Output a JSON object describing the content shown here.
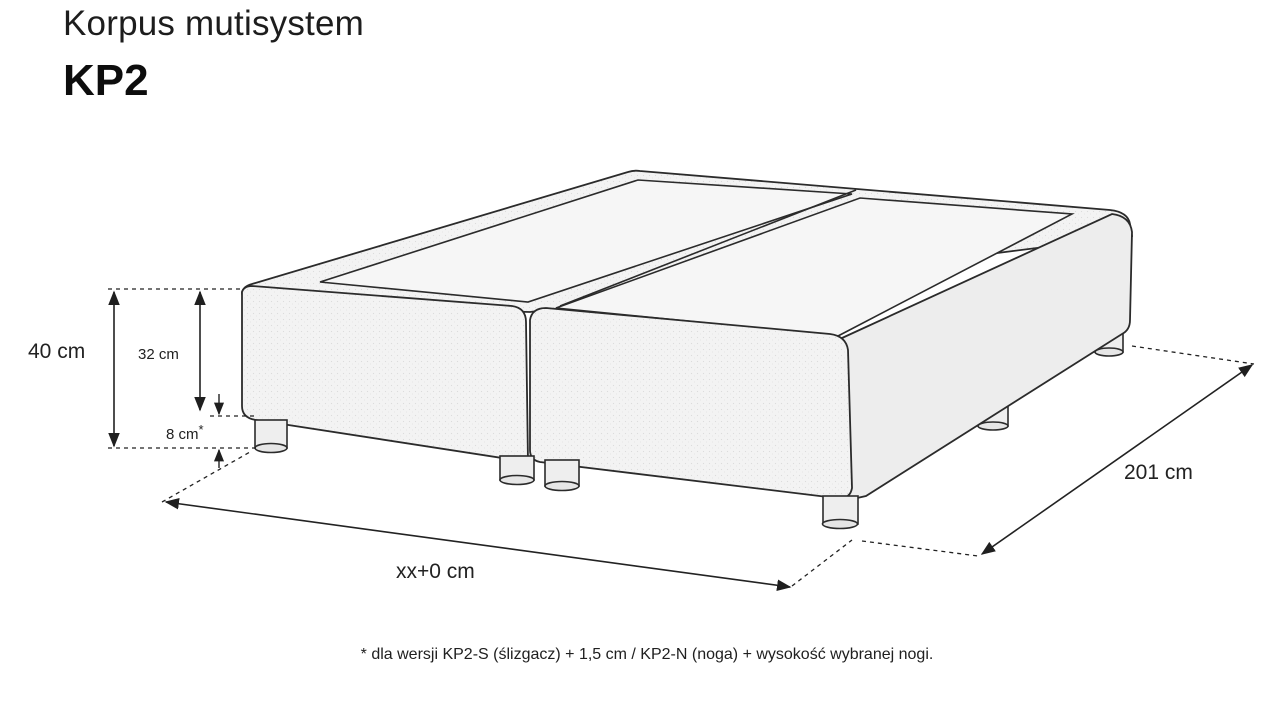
{
  "header": {
    "subtitle": "Korpus mutisystem",
    "title": "KP2"
  },
  "dimensions": {
    "total_height": "40 cm",
    "frame_height": "32 cm",
    "leg_height": "8 cm",
    "leg_height_marker": "*",
    "width": "xx+0 cm",
    "length": "201 cm"
  },
  "footnote": "* dla wersji KP2-S (ślizgacz) + 1,5 cm / KP2-N (noga) + wysokość wybranej nogi.",
  "colors": {
    "outline": "#2b2b2b",
    "fabric": "#f4f4f4",
    "fabric_shade": "#ececec",
    "top_panel": "#f7f7f7",
    "leg": "#eeeeee"
  }
}
